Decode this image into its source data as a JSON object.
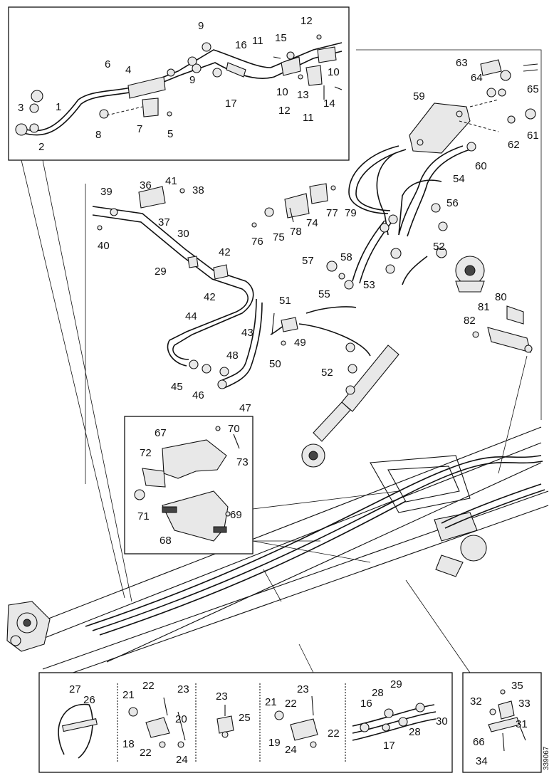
{
  "figure_code": "339067",
  "labels": {
    "top_inset": [
      "1",
      "2",
      "3",
      "4",
      "5",
      "6",
      "7",
      "8",
      "9",
      "9",
      "10",
      "10",
      "11",
      "11",
      "12",
      "12",
      "13",
      "14",
      "15",
      "16",
      "17"
    ],
    "upper_right": [
      "52",
      "53",
      "54",
      "55",
      "56",
      "57",
      "58",
      "59",
      "60",
      "61",
      "62",
      "63",
      "64",
      "65",
      "80",
      "81",
      "82"
    ],
    "middle": [
      "29",
      "30",
      "36",
      "37",
      "38",
      "39",
      "40",
      "41",
      "42",
      "42",
      "43",
      "44",
      "45",
      "46",
      "47",
      "48",
      "49",
      "50",
      "51",
      "52",
      "74",
      "75",
      "76",
      "77",
      "78",
      "79"
    ],
    "bracket_inset": [
      "67",
      "68",
      "69",
      "70",
      "71",
      "72",
      "73"
    ],
    "bottom_inset": [
      "16",
      "17",
      "18",
      "19",
      "20",
      "21",
      "21",
      "22",
      "22",
      "22",
      "22",
      "23",
      "23",
      "23",
      "24",
      "24",
      "25",
      "26",
      "27",
      "28",
      "28",
      "29",
      "30",
      "31",
      "32",
      "33",
      "34",
      "35",
      "66"
    ]
  }
}
